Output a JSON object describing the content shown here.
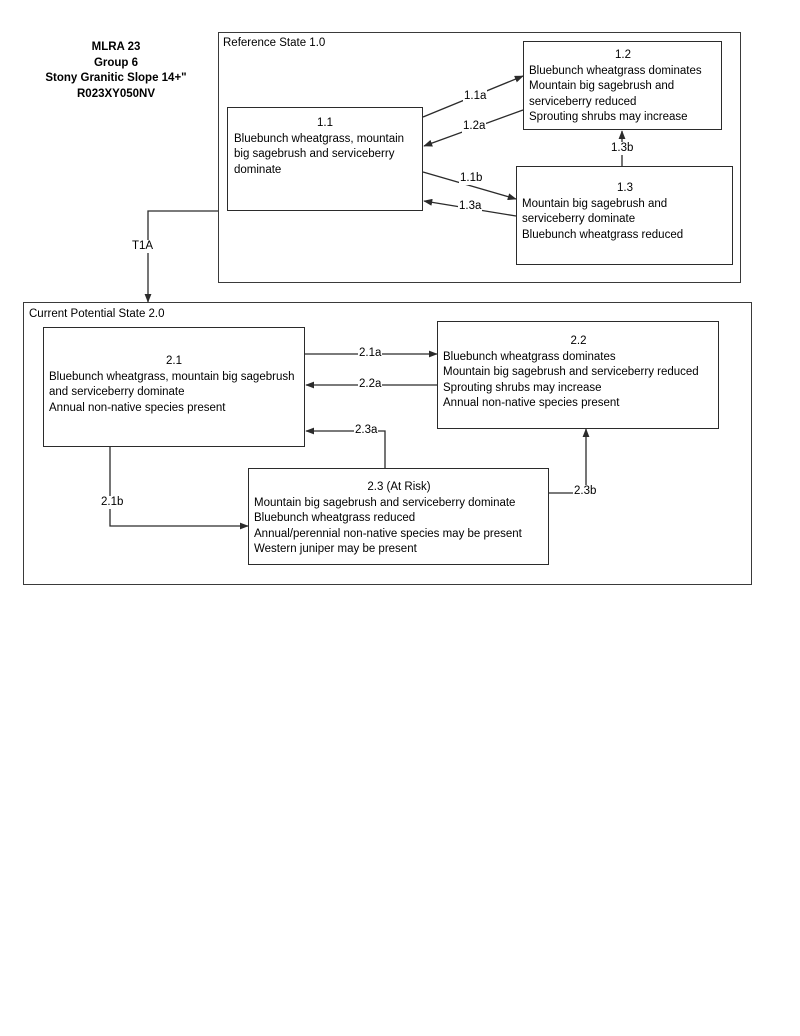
{
  "title_block": {
    "lines": [
      "MLRA 23",
      "Group 6",
      "Stony Granitic Slope 14+\"",
      "R023XY050NV"
    ]
  },
  "states": [
    {
      "id": "reference-state",
      "label": "Reference State 1.0"
    },
    {
      "id": "current-potential-state",
      "label": "Current Potential State 2.0"
    }
  ],
  "phases": {
    "p11": {
      "id": "1.1",
      "lines": [
        "Bluebunch wheatgrass, mountain",
        "big sagebrush and serviceberry",
        "dominate"
      ]
    },
    "p12": {
      "id": "1.2",
      "lines": [
        "Bluebunch wheatgrass dominates",
        "Mountain big sagebrush and",
        "serviceberry reduced",
        "Sprouting shrubs may increase"
      ]
    },
    "p13": {
      "id": "1.3",
      "lines": [
        "Mountain big sagebrush and",
        "serviceberry dominate",
        "Bluebunch wheatgrass reduced"
      ]
    },
    "p21": {
      "id": "2.1",
      "lines": [
        "Bluebunch wheatgrass, mountain big sagebrush",
        "and serviceberry dominate",
        "Annual non-native species present"
      ]
    },
    "p22": {
      "id": "2.2",
      "lines": [
        "Bluebunch wheatgrass dominates",
        "Mountain big sagebrush and serviceberry reduced",
        "Sprouting shrubs may increase",
        "Annual non-native species present"
      ]
    },
    "p23": {
      "id": "2.3 (At Risk)",
      "lines": [
        "Mountain big sagebrush and serviceberry dominate",
        "Bluebunch wheatgrass reduced",
        "Annual/perennial non-native species may be present",
        "Western juniper may be present"
      ]
    }
  },
  "transitions": {
    "t11a": "1.1a",
    "t12a": "1.2a",
    "t11b": "1.1b",
    "t13a": "1.3a",
    "t13b": "1.3b",
    "t1a": "T1A",
    "t21a": "2.1a",
    "t22a": "2.2a",
    "t23a": "2.3a",
    "t21b": "2.1b",
    "t23b": "2.3b"
  },
  "colors": {
    "line": "#2b2b2b",
    "container_line": "#3a3a3a",
    "background": "#ffffff",
    "text": "#000000"
  }
}
